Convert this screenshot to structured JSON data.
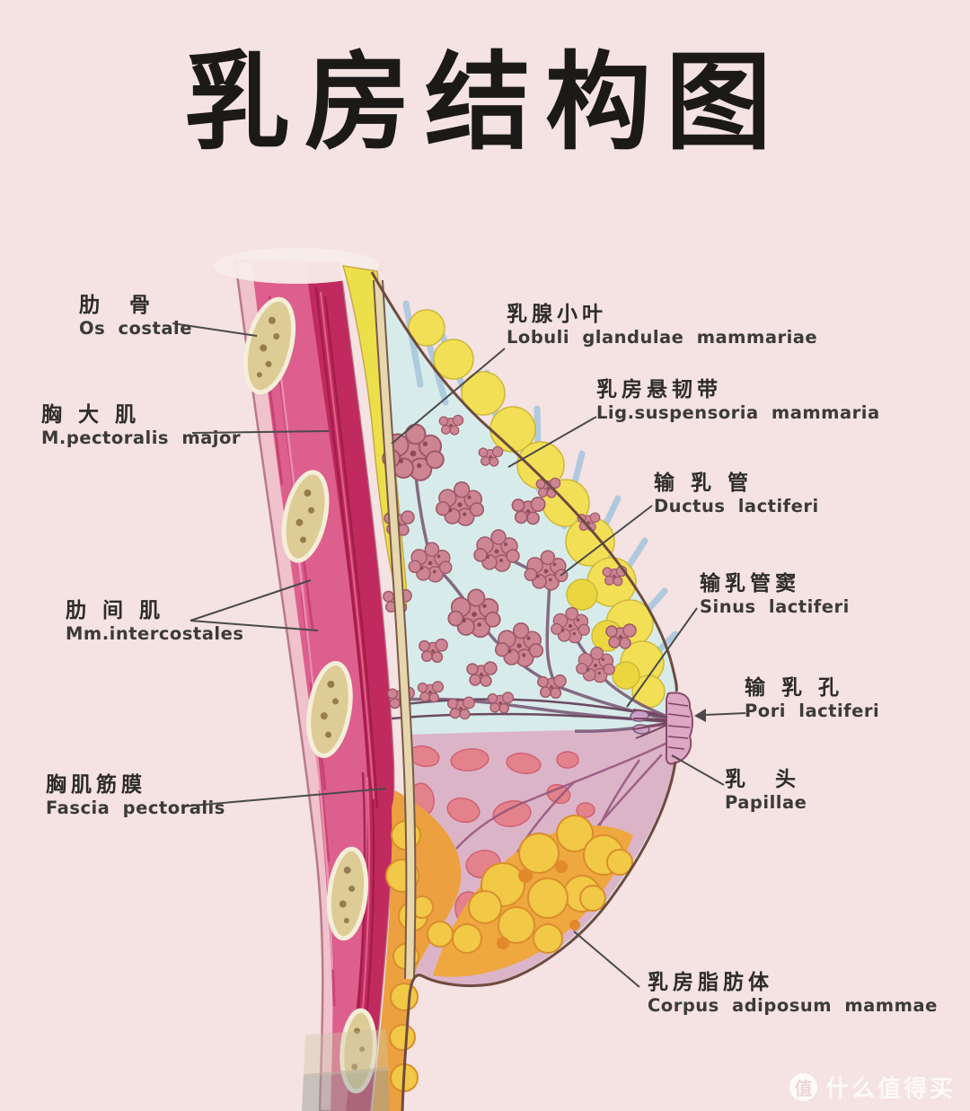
{
  "title": "乳房结构图",
  "labels": {
    "os_costale": {
      "zh": "肋　骨",
      "la": "Os costale"
    },
    "pectoralis": {
      "zh": "胸 大 肌",
      "la": "M.pectoralis major"
    },
    "intercostales": {
      "zh": "肋 间 肌",
      "la": "Mm.intercostales"
    },
    "fascia": {
      "zh": "胸肌筋膜",
      "la": "Fascia pectoralis"
    },
    "lobuli": {
      "zh": "乳腺小叶",
      "la": "Lobuli glandulae mammariae"
    },
    "ligament": {
      "zh": "乳房悬韧带",
      "la": "Lig.suspensoria mammaria"
    },
    "ductus": {
      "zh": "输 乳 管",
      "la": "Ductus lactiferi"
    },
    "sinus": {
      "zh": "输乳管窦",
      "la": "Sinus lactiferi"
    },
    "pori": {
      "zh": "输 乳 孔",
      "la": "Pori lactiferi"
    },
    "papillae": {
      "zh": "乳　头",
      "la": "Papillae"
    },
    "corpus": {
      "zh": "乳房脂肪体",
      "la": "Corpus adiposum mammae"
    }
  },
  "watermark": {
    "badge": "值",
    "text": "什么值得买"
  },
  "colors": {
    "background": "#f5e2e2",
    "title_text": "#1c1919",
    "label_text": "#2d2b2b",
    "leader_line": "#4a4a4a",
    "muscle_pink": "#dd5f8d",
    "muscle_dark_crimson": "#c02a5e",
    "skin_strip": "#f0c2cc",
    "rib_bone": "#ddcc96",
    "fat_yellow": "#efe04e",
    "fat_orange": "#eca040",
    "connective_cyan": "#d7ecea",
    "ligament_blue": "#a8c8de",
    "gland_rose": "#cd8593",
    "duct_purple": "#7d5b77",
    "lower_mauve": "#dcb4c8",
    "blob_rose": "#e4828c",
    "nipple_pink": "#dca8c6",
    "outline_brown": "#6e4a40"
  }
}
